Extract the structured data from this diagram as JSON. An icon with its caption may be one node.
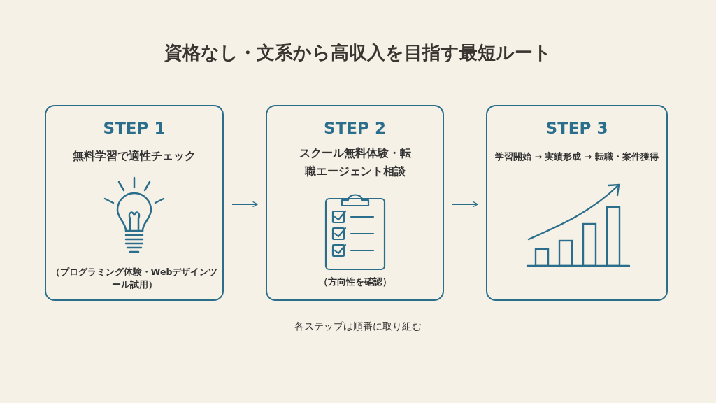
{
  "diagram": {
    "title": "資格なし・文系から高収入を目指す最短ルート",
    "nodes": [
      {
        "text": [
          "STEP 1",
          "無料学習で適性チェック",
          "（プログラミング体験・Webデザインツール試用）"
        ]
      },
      {
        "text": [
          "STEP 2",
          "スクール無料体験・転職エージェント相談",
          "（方向性を確認）"
        ]
      },
      {
        "text": [
          "STEP 3",
          "学習開始 → 実績形成 → 転職・案件獲得"
        ]
      }
    ],
    "edges": [
      {
        "from": 0,
        "to": 1,
        "arrow": "to"
      },
      {
        "from": 1,
        "to": 2,
        "arrow": "to"
      }
    ],
    "labels": [
      "各ステップは順番に取り組む"
    ]
  }
}
